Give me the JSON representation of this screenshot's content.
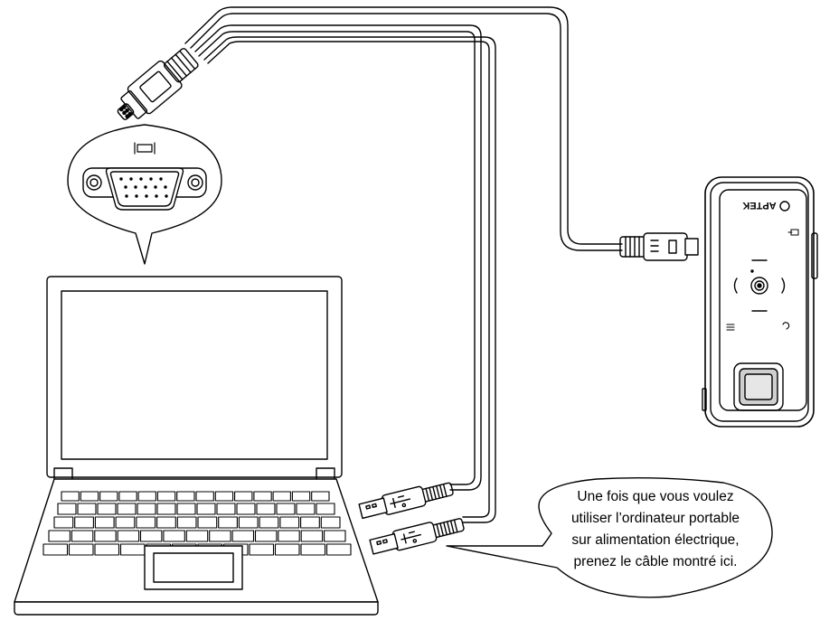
{
  "brand": {
    "logo_text": "APTEK"
  },
  "callout": {
    "lines": [
      "Une fois que vous voulez",
      "utiliser l’ordinateur portable",
      "sur alimentation électrique,",
      "prenez le câble montré ici."
    ]
  },
  "icons": {
    "monitor_port_icon": "vga-monitor-icon",
    "projector_menu_icon": "menu-icon",
    "projector_back_icon": "return-icon",
    "projector_input_icon": "input-source-icon",
    "projector_center_icon": "select-button-icon"
  },
  "colors": {
    "line": "#000000",
    "background": "#ffffff",
    "fill_gray": "#e6e6e6"
  }
}
